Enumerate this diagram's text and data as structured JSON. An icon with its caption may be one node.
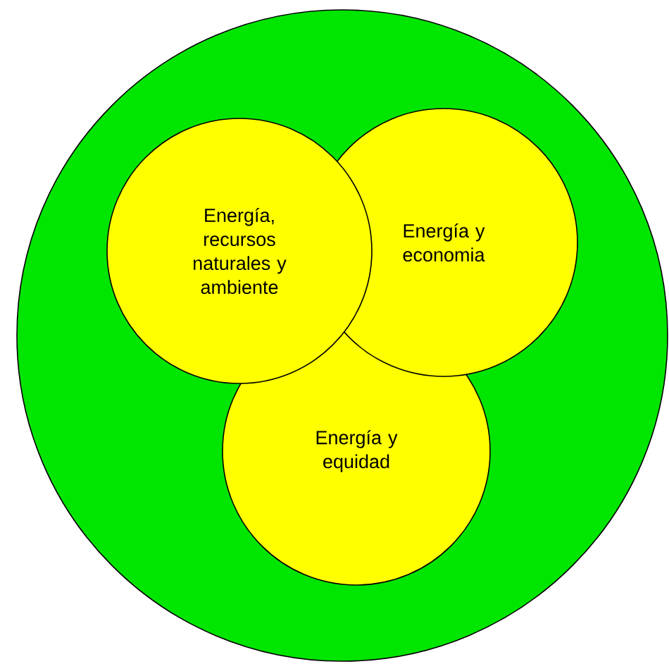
{
  "diagram": {
    "nodes": [
      {
        "text": [],
        "shape": "circle"
      },
      {
        "text": [
          "Energía, recursos naturales y ambiente"
        ],
        "in": 0
      },
      {
        "text": [
          "Energía y economia"
        ],
        "in": 0
      },
      {
        "text": [
          "Energía y equidad"
        ],
        "in": 0
      }
    ]
  }
}
